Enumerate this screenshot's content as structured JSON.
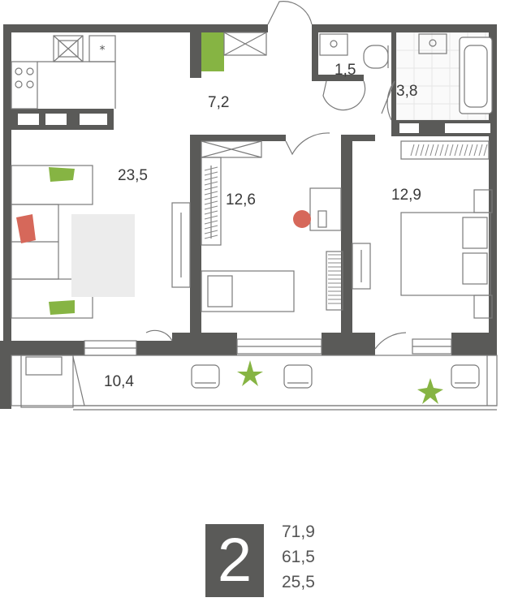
{
  "plan": {
    "rooms": [
      {
        "id": "living",
        "area": "23,5"
      },
      {
        "id": "hall",
        "area": "7,2"
      },
      {
        "id": "wc",
        "area": "1,5"
      },
      {
        "id": "bath",
        "area": "3,8"
      },
      {
        "id": "bedroom-1",
        "area": "12,6"
      },
      {
        "id": "bedroom-2",
        "area": "12,9"
      },
      {
        "id": "balcony",
        "area": "10,4"
      }
    ],
    "colors": {
      "wall": "#5a5a58",
      "accent_green": "#86b443",
      "accent_red": "#d6685a",
      "line": "#7a7a7a",
      "floor_grid": "#e4e4e4"
    }
  },
  "summary": {
    "rooms": "2",
    "total_area": "71,9",
    "living_area": "61,5",
    "kitchen_area": "25,5"
  }
}
